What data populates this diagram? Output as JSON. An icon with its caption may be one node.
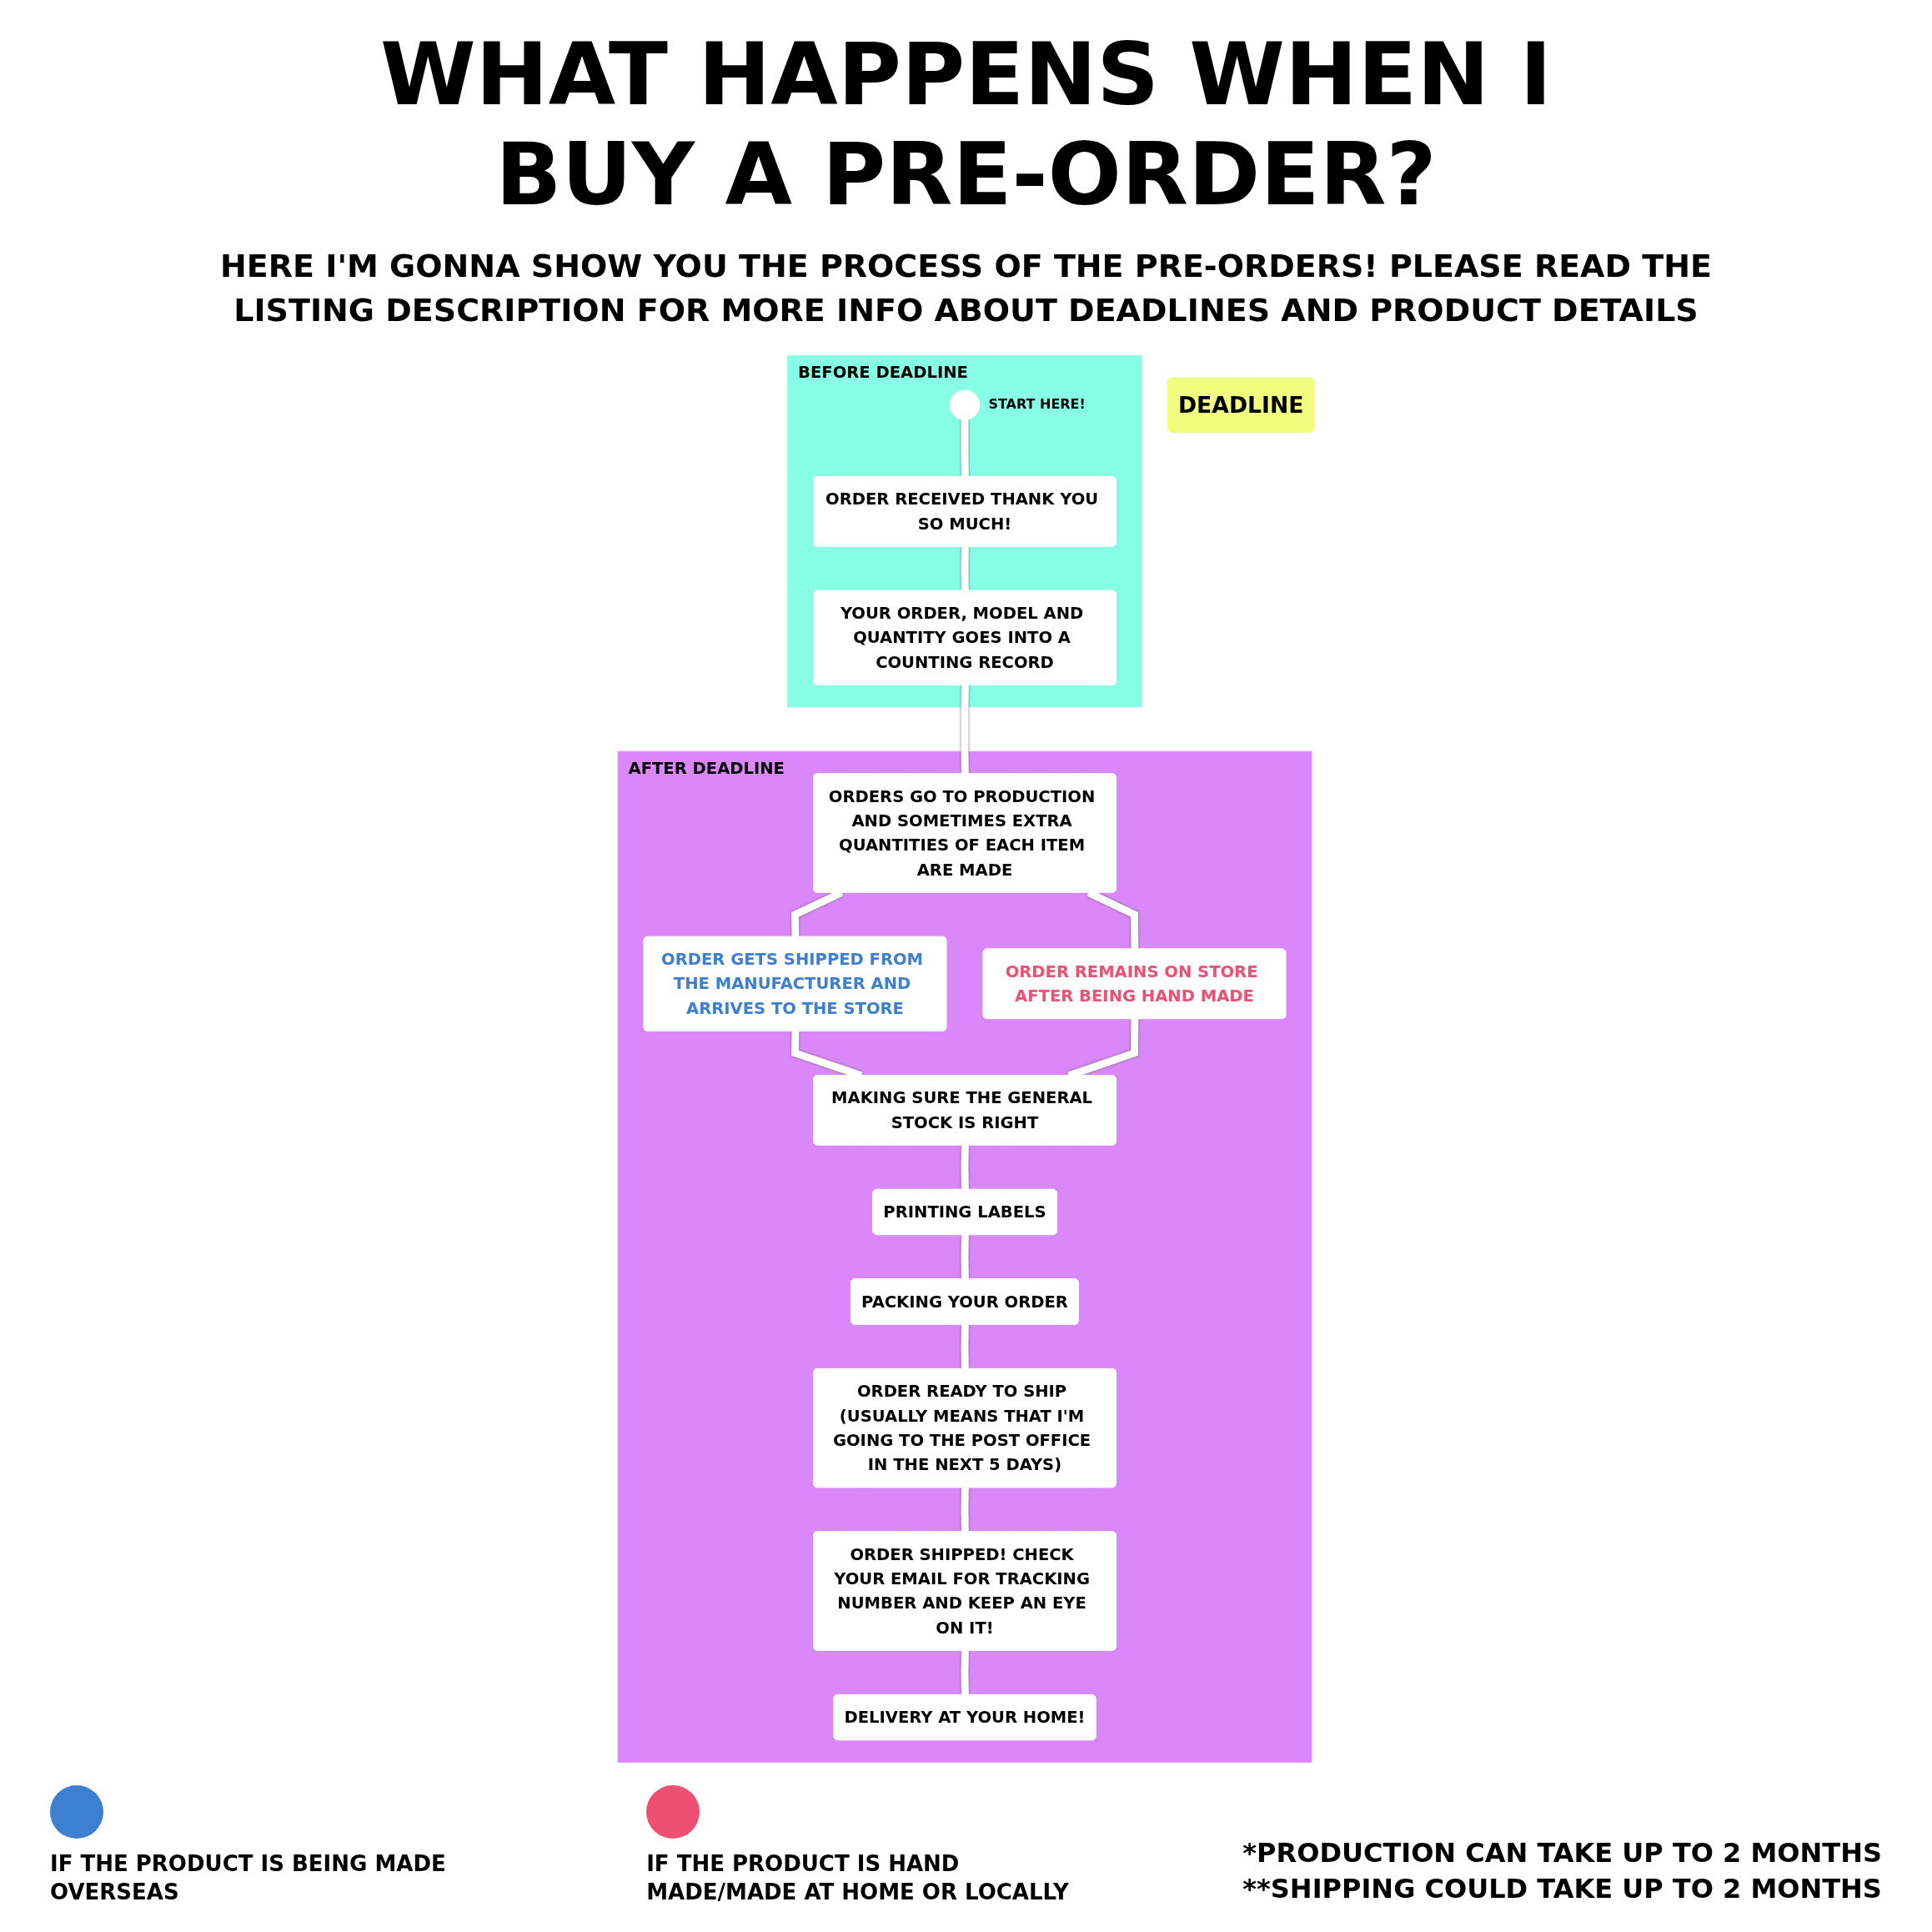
{
  "diagram": {
    "title": "WHAT HAPPENS WHEN I BUY A PRE-ORDER?",
    "nodes": [
      {
        "text": [
          "BEFORE DEADLINE"
        ]
      },
      {
        "text": [
          "DEADLINE"
        ]
      },
      {
        "text": [
          "AFTER DEADLINE"
        ]
      },
      {
        "text": [],
        "shape": "circle",
        "beside": [
          "START HERE!"
        ],
        "in": 0
      },
      {
        "text": [
          "ORDER RECEIVED THANK YOU SO MUCH!"
        ],
        "in": 0
      },
      {
        "text": [
          "YOUR ORDER, MODEL AND QUANTITY GOES INTO A COUNTING RECORD"
        ],
        "in": 0
      },
      {
        "text": [
          "ORDERS GO TO PRODUCTION AND SOMETIMES EXTRA QUANTITIES OF EACH ITEM ARE MADE"
        ],
        "in": 2
      },
      {
        "text": [
          "ORDER GETS SHIPPED FROM THE MANUFACTURER AND ARRIVES TO THE STORE"
        ],
        "in": 2
      },
      {
        "text": [
          "ORDER REMAINS ON STORE AFTER BEING HAND MADE"
        ],
        "in": 2
      },
      {
        "text": [
          "MAKING SURE THE GENERAL STOCK IS RIGHT"
        ],
        "in": 2
      },
      {
        "text": [
          "PRINTING LABELS"
        ],
        "in": 2
      },
      {
        "text": [
          "PACKING YOUR ORDER"
        ],
        "in": 2
      },
      {
        "text": [
          "ORDER READY TO SHIP (USUALLY MEANS THAT I'M GOING TO THE POST OFFICE IN THE NEXT 5 DAYS)"
        ],
        "in": 2
      },
      {
        "text": [
          "ORDER SHIPPED! CHECK YOUR EMAIL FOR TRACKING NUMBER AND KEEP AN EYE ON IT!"
        ],
        "in": 2
      },
      {
        "text": [
          "DELIVERY AT YOUR HOME!"
        ],
        "in": 2
      }
    ],
    "edges": [
      {
        "from": 3,
        "to": 4,
        "arrow": "none"
      },
      {
        "from": 4,
        "to": 5,
        "arrow": "none"
      },
      {
        "from": 5,
        "to": 6,
        "arrow": "none"
      },
      {
        "from": 6,
        "to": 7,
        "arrow": "none"
      },
      {
        "from": 6,
        "to": 8,
        "arrow": "none"
      },
      {
        "from": 7,
        "to": 9,
        "arrow": "none"
      },
      {
        "from": 8,
        "to": 9,
        "arrow": "none"
      },
      {
        "from": 9,
        "to": 10,
        "arrow": "none"
      },
      {
        "from": 10,
        "to": 11,
        "arrow": "none"
      },
      {
        "from": 11,
        "to": 12,
        "arrow": "none"
      },
      {
        "from": 12,
        "to": 13,
        "arrow": "none"
      },
      {
        "from": 13,
        "to": 14,
        "arrow": "none"
      }
    ],
    "labels": [
      "HERE I'M GONNA SHOW YOU THE PROCESS OF THE PRE-ORDERS! PLEASE READ THE LISTING DESCRIPTION FOR MORE INFO ABOUT DEADLINES AND PRODUCT DETAILS",
      "*PRODUCTION CAN TAKE UP TO 2 MONTHS",
      "**SHIPPING COULD TAKE UP TO 2 MONTHS"
    ],
    "legend": [
      {
        "text": "IF THE PRODUCT IS BEING MADE OVERSEAS",
        "color": "#3d7fd1"
      },
      {
        "text": "IF THE PRODUCT IS HAND MADE/MADE AT HOME OR LOCALLY",
        "color": "#ee4f73"
      }
    ]
  }
}
